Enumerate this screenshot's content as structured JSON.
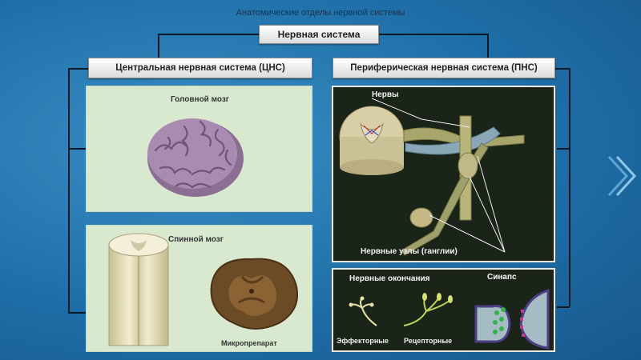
{
  "title": "Анатомические отделы нервной системы",
  "root": "Нервная система",
  "cns": {
    "header": "Центральная нервная система (ЦНС)",
    "brain_label": "Головной мозг",
    "spinal_label": "Спинной мозг",
    "micro_label": "Микропрепарат"
  },
  "pns": {
    "header": "Периферическая нервная система (ПНС)",
    "nerves_label": "Нервы",
    "ganglia_label": "Нервные узлы (ганглии)",
    "endings_label": "Нервные окончания",
    "synapse_label": "Синапс",
    "effector_label": "Эффекторные",
    "receptor_label": "Рецепторные"
  }
}
